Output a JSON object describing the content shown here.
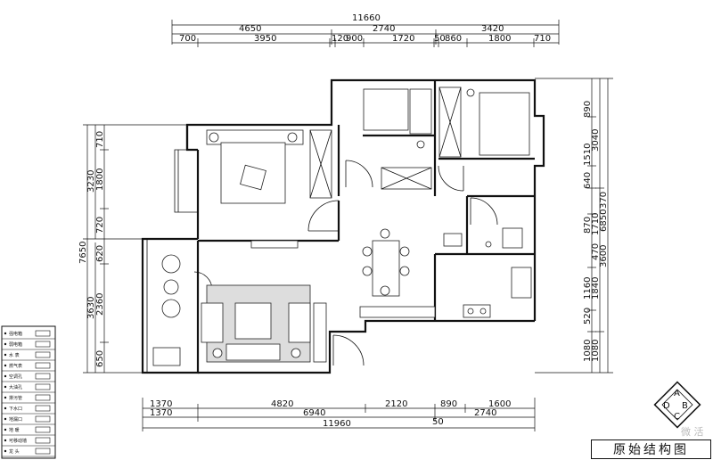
{
  "dimensions": {
    "top_total": "11660",
    "top_row1": [
      "4650",
      "2740",
      "3420"
    ],
    "top_row2": [
      "700",
      "3950",
      "120",
      "900",
      "1720",
      "50",
      "860",
      "1800",
      "710"
    ],
    "bottom_row1": [
      "1370",
      "4820",
      "2120",
      "890",
      "1600"
    ],
    "bottom_row2": [
      "1370",
      "6940",
      "2740"
    ],
    "bottom_extra": "50",
    "bottom_total": "11960",
    "left_total": "7650",
    "left_upper": "3230",
    "left_upper_parts": [
      "710",
      "1800",
      "720"
    ],
    "left_mid": [
      "620"
    ],
    "left_lower": "3630",
    "left_lower_parts": [
      "2360",
      "650"
    ],
    "right_outer": "6850",
    "right_upper_outer": "3040",
    "right_mid_outer": "3600",
    "right_lower_outer": "1080",
    "right_inner": [
      "890",
      "1510",
      "640",
      "370",
      "870",
      "1710",
      "470",
      "1160",
      "1840",
      "520",
      "1080"
    ]
  },
  "legend": {
    "items": [
      "强电箱",
      "弱电箱",
      "水 表",
      "燃气表",
      "空调孔",
      "大油孔",
      "排污管",
      "下水口",
      "地漏口",
      "地 暖",
      "可移动墙",
      "龙 头"
    ]
  },
  "compass_labels": [
    "A",
    "B",
    "C",
    "D"
  ],
  "title": "原始结构图",
  "watermark": "微 活"
}
